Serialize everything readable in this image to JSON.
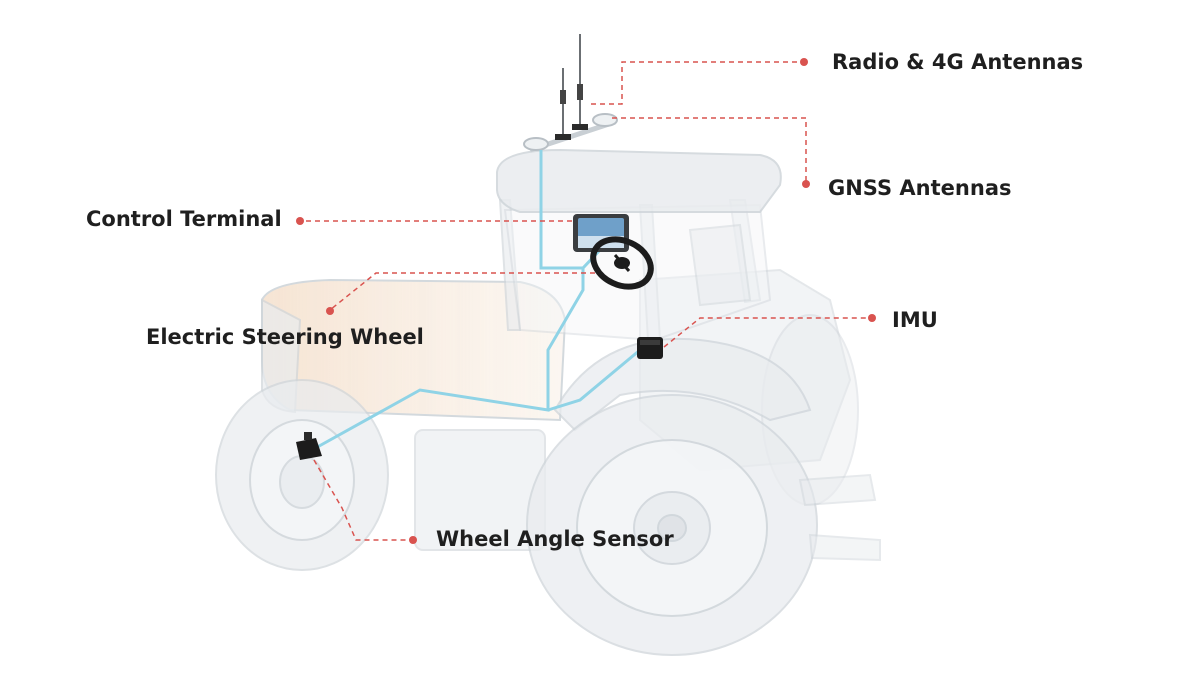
{
  "labels": {
    "radio_antennas": "Radio & 4G Antennas",
    "gnss_antennas": "GNSS Antennas",
    "control_terminal": "Control Terminal",
    "electric_steering_wheel": "Electric Steering Wheel",
    "imu": "IMU",
    "wheel_angle_sensor": "Wheel Angle Sensor"
  },
  "colors": {
    "callout": "#d9534f",
    "wiring": "#8fd3e6",
    "tractor_body": "#e9ecef",
    "tractor_outline": "#cfd5da",
    "hood_tint": "#f3dcc6",
    "sensor": "#1c1c1c",
    "label_text": "#1f1f1f"
  }
}
